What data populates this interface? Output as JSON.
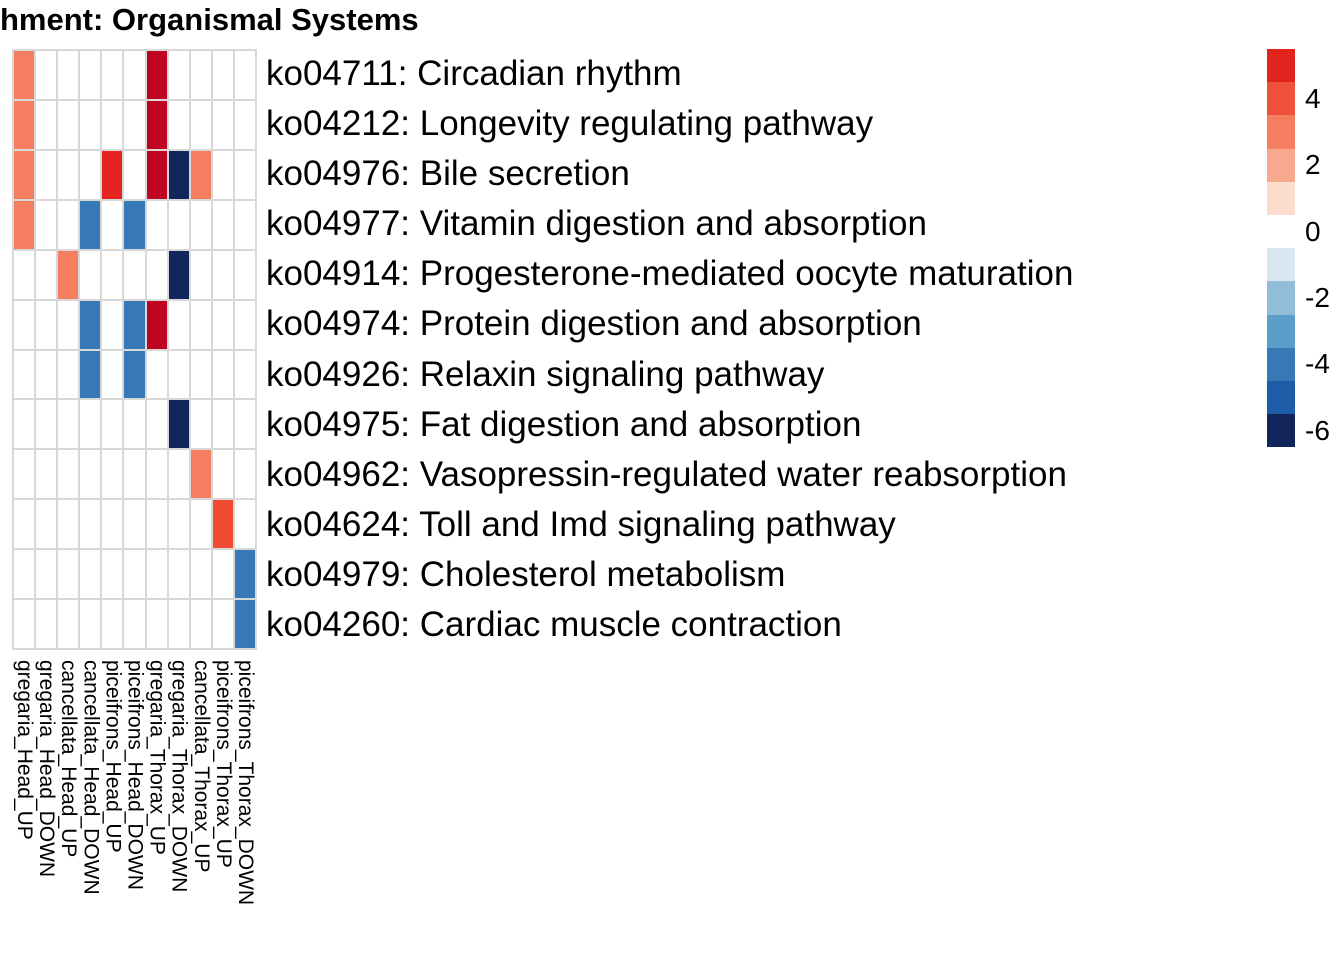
{
  "title": "hment: Organismal Systems",
  "colors": {
    "background": "#FFFFFF",
    "grid_line": "#D8D8D8",
    "text": "#000000"
  },
  "chart_data": {
    "type": "heatmap",
    "title": "hment: Organismal Systems",
    "rows": [
      "ko04711: Circadian rhythm",
      "ko04212: Longevity regulating pathway",
      "ko04976: Bile secretion",
      "ko04977: Vitamin digestion and absorption",
      "ko04914: Progesterone-mediated oocyte maturation",
      "ko04974: Protein digestion and absorption",
      "ko04926: Relaxin signaling pathway",
      "ko04975: Fat digestion and absorption",
      "ko04962: Vasopressin-regulated water reabsorption",
      "ko04624: Toll and Imd signaling pathway",
      "ko04979: Cholesterol metabolism",
      "ko04260: Cardiac muscle contraction"
    ],
    "columns": [
      "gregaria_Head_UP",
      "gregaria_Head_DOWN",
      "cancellata_Head_UP",
      "cancellata_Head_DOWN",
      "piceifrons_Head_UP",
      "piceifrons_Head_DOWN",
      "gregaria_Thorax_UP",
      "gregaria_Thorax_DOWN",
      "cancellata_Thorax_UP",
      "piceifrons_Thorax_UP",
      "piceifrons_Thorax_DOWN"
    ],
    "values": [
      [
        3,
        0,
        0,
        0,
        0,
        0,
        6,
        0,
        0,
        0,
        0
      ],
      [
        3,
        0,
        0,
        0,
        0,
        0,
        6,
        0,
        0,
        0,
        0
      ],
      [
        3,
        0,
        0,
        0,
        5,
        0,
        6,
        -6,
        3,
        0,
        0
      ],
      [
        3,
        0,
        0,
        -4,
        0,
        -4,
        0,
        0,
        0,
        0,
        0
      ],
      [
        0,
        0,
        3,
        0,
        0,
        0,
        0,
        -6,
        0,
        0,
        0
      ],
      [
        0,
        0,
        0,
        -4,
        0,
        -4,
        6,
        0,
        0,
        0,
        0
      ],
      [
        0,
        0,
        0,
        -4,
        0,
        -4,
        0,
        0,
        0,
        0,
        0
      ],
      [
        0,
        0,
        0,
        0,
        0,
        0,
        0,
        -6,
        0,
        0,
        0
      ],
      [
        0,
        0,
        0,
        0,
        0,
        0,
        0,
        0,
        3,
        0,
        0
      ],
      [
        0,
        0,
        0,
        0,
        0,
        0,
        0,
        0,
        0,
        4,
        0
      ],
      [
        0,
        0,
        0,
        0,
        0,
        0,
        0,
        0,
        0,
        0,
        -4
      ],
      [
        0,
        0,
        0,
        0,
        0,
        0,
        0,
        0,
        0,
        0,
        -4
      ]
    ],
    "empty_value": 0,
    "palette": {
      "6": "#BE0420",
      "5": "#E5241F",
      "4": "#F24B34",
      "3": "#F57E61",
      "2": "#F7A98F",
      "1": "#FBDCCD",
      "0": "#FFFFFF",
      "-1": "#D9E7F1",
      "-2": "#92BDD9",
      "-3": "#5B9EC9",
      "-4": "#3779B5",
      "-5": "#1D5CA7",
      "-6": "#13265B"
    },
    "legend_position": "right",
    "legend_ticks": [
      "4",
      "2",
      "0",
      "-2",
      "-4",
      "-6"
    ]
  },
  "legend": {
    "blocks": [
      {
        "value": 5,
        "color": "#E2241F"
      },
      {
        "value": 4,
        "color": "#F0503A",
        "label": "4"
      },
      {
        "value": 3,
        "color": "#F57E61"
      },
      {
        "value": 2,
        "color": "#F7A98F",
        "label": "2"
      },
      {
        "value": 1,
        "color": "#FBDCCD"
      },
      {
        "value": 0,
        "color": "#FFFFFF",
        "label": "0"
      },
      {
        "value": -1,
        "color": "#D9E7F1"
      },
      {
        "value": -2,
        "color": "#92BDD9",
        "label": "-2"
      },
      {
        "value": -3,
        "color": "#5B9EC9"
      },
      {
        "value": -4,
        "color": "#3779B5",
        "label": "-4"
      },
      {
        "value": -5,
        "color": "#1D5CA7"
      },
      {
        "value": -6,
        "color": "#13265B",
        "label": "-6"
      }
    ]
  }
}
